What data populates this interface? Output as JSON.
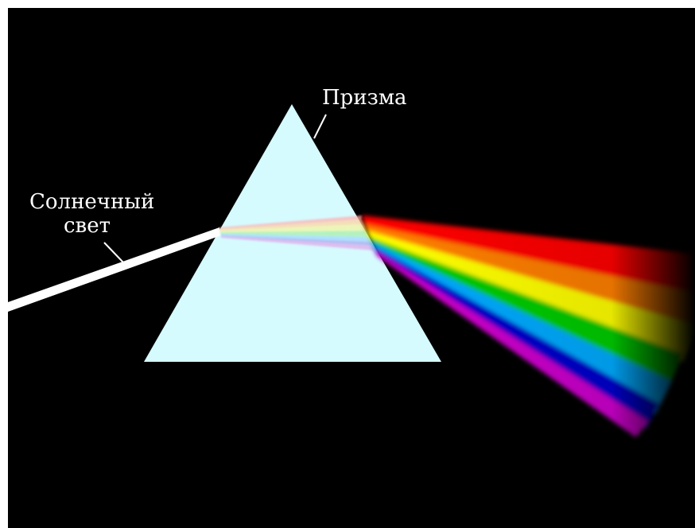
{
  "labels": {
    "prism": "Призма",
    "sunlight_line1": "Солнечный",
    "sunlight_line2": "свет"
  },
  "colors": {
    "background": "#000000",
    "border": "#ffffff",
    "prism_fill": "#d6fbff",
    "beam": "#ffffff",
    "spectrum": [
      "#ff0000",
      "#ff7f00",
      "#ffff00",
      "#00cc00",
      "#00aaff",
      "#0000cc",
      "#cc00cc"
    ]
  },
  "icons": [
    "prism-shape",
    "light-beam",
    "spectrum-fan"
  ]
}
